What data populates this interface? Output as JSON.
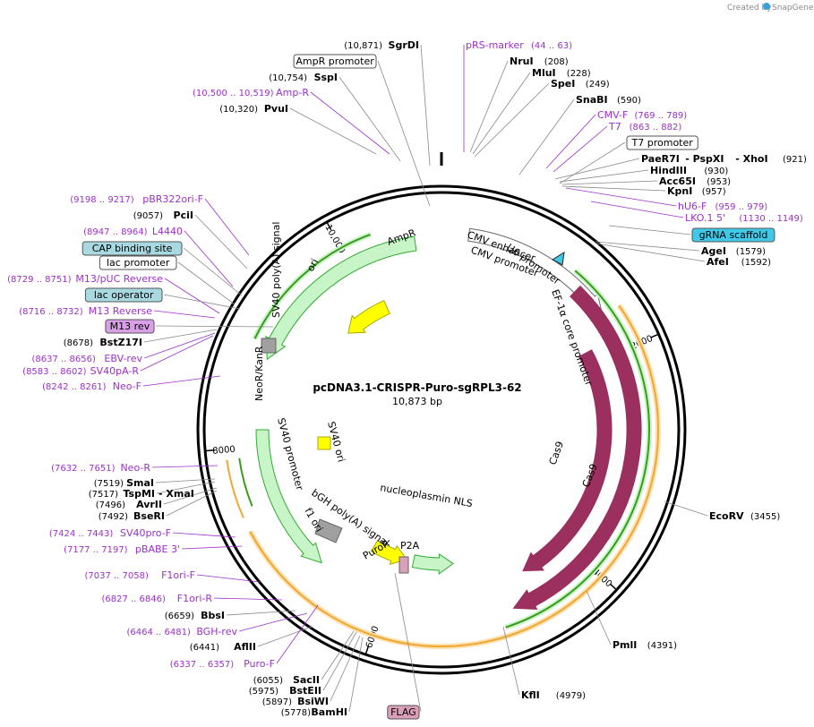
{
  "credit": "Created by",
  "brand": "SnapGene",
  "plasmid": {
    "name": "pcDNA3.1-CRISPR-Puro-sgRPL3-62",
    "size_label": "10,873 bp",
    "length": 10873
  },
  "ticks": [
    "2000",
    "4000",
    "6000",
    "8000",
    "10,000"
  ],
  "features": [
    {
      "name": "AmpR",
      "color": "#c8f5c8"
    },
    {
      "name": "ori",
      "color": "#ffff00"
    },
    {
      "name": "CMV enhancer",
      "color": "#ffffff"
    },
    {
      "name": "CMV promoter",
      "color": "#ffffff"
    },
    {
      "name": "U6 promoter",
      "color": "#ffffff"
    },
    {
      "name": "EF-1α core promoter",
      "color": "#ffffff"
    },
    {
      "name": "Cas9",
      "color": "#9b2f5e"
    },
    {
      "name": "Cas9",
      "color": "#9b2f5e"
    },
    {
      "name": "nucleoplasmin NLS",
      "color": "#9b2f5e"
    },
    {
      "name": "P2A",
      "color": "#d9a0b8"
    },
    {
      "name": "PuroR",
      "color": "#c8f5c8"
    },
    {
      "name": "bGH poly(A) signal",
      "color": "#a0a0a0"
    },
    {
      "name": "f1 ori",
      "color": "#ffff00"
    },
    {
      "name": "SV40 promoter",
      "color": "#ffffff"
    },
    {
      "name": "SV40 ori",
      "color": "#ffff00"
    },
    {
      "name": "NeoR/KanR",
      "color": "#c8f5c8"
    },
    {
      "name": "SV40 poly(A) signal",
      "color": "#a0a0a0"
    }
  ],
  "labels_left": [
    {
      "pos": "(10,871)",
      "name": "SgrDI",
      "type": "enzyme"
    },
    {
      "name": "AmpR promoter",
      "type": "box"
    },
    {
      "pos": "(10,754)",
      "name": "SspI",
      "type": "enzyme"
    },
    {
      "pos": "(10,500 .. 10,519)",
      "name": "Amp-R",
      "type": "primer"
    },
    {
      "pos": "(10,320)",
      "name": "PvuI",
      "type": "enzyme"
    },
    {
      "pos": "(9198 .. 9217)",
      "name": "pBR322ori-F",
      "type": "primer"
    },
    {
      "pos": "(9057)",
      "name": "PciI",
      "type": "enzyme"
    },
    {
      "pos": "(8947 .. 8964)",
      "name": "L4440",
      "type": "primer"
    },
    {
      "name": "CAP binding site",
      "type": "box"
    },
    {
      "name": "lac promoter",
      "type": "box"
    },
    {
      "pos": "(8729 .. 8751)",
      "name": "M13/pUC Reverse",
      "type": "primer"
    },
    {
      "name": "lac operator",
      "type": "box"
    },
    {
      "pos": "(8716 .. 8732)",
      "name": "M13 Reverse",
      "type": "primer"
    },
    {
      "name": "M13 rev",
      "type": "box"
    },
    {
      "pos": "(8678)",
      "name": "BstZ17I",
      "type": "enzyme"
    },
    {
      "pos": "(8637 .. 8656)",
      "name": "EBV-rev",
      "type": "primer"
    },
    {
      "pos": "(8583 .. 8602)",
      "name": "SV40pA-R",
      "type": "primer"
    },
    {
      "pos": "(8242 .. 8261)",
      "name": "Neo-F",
      "type": "primer"
    },
    {
      "pos": "(7632 .. 7651)",
      "name": "Neo-R",
      "type": "primer"
    },
    {
      "pos": "(7519)",
      "name": "SmaI",
      "type": "enzyme"
    },
    {
      "pos": "(7517)",
      "name": "TspMI",
      "name2": "XmaI",
      "type": "enzyme"
    },
    {
      "pos": "(7496)",
      "name": "AvrII",
      "type": "enzyme"
    },
    {
      "pos": "(7492)",
      "name": "BseRI",
      "type": "enzyme"
    },
    {
      "pos": "(7424 .. 7443)",
      "name": "SV40pro-F",
      "type": "primer"
    },
    {
      "pos": "(7177 .. 7197)",
      "name": "pBABE 3'",
      "type": "primer"
    },
    {
      "pos": "(7037 .. 7058)",
      "name": "F1ori-F",
      "type": "primer"
    },
    {
      "pos": "(6827 .. 6846)",
      "name": "F1ori-R",
      "type": "primer"
    },
    {
      "pos": "(6659)",
      "name": "BbsI",
      "type": "enzyme"
    },
    {
      "pos": "(6464 .. 6481)",
      "name": "BGH-rev",
      "type": "primer"
    },
    {
      "pos": "(6441)",
      "name": "AflII",
      "type": "enzyme"
    },
    {
      "pos": "(6337 .. 6357)",
      "name": "Puro-F",
      "type": "primer"
    },
    {
      "name": "SacII",
      "pos": "(6055)",
      "type": "enzyme"
    },
    {
      "name": "BstEII",
      "pos": "(5975)",
      "type": "enzyme"
    },
    {
      "name": "BsiWI",
      "pos": "(5897)",
      "type": "enzyme"
    },
    {
      "name": "BamHI",
      "pos": "(5778)",
      "type": "enzyme"
    },
    {
      "name": "FLAG",
      "type": "box"
    }
  ],
  "labels_right": [
    {
      "name": "pRS-marker",
      "pos": "(44 .. 63)",
      "type": "primer"
    },
    {
      "name": "NruI",
      "pos": "(208)",
      "type": "enzyme"
    },
    {
      "name": "MluI",
      "pos": "(228)",
      "type": "enzyme"
    },
    {
      "name": "SpeI",
      "pos": "(249)",
      "type": "enzyme"
    },
    {
      "name": "SnaBI",
      "pos": "(590)",
      "type": "enzyme"
    },
    {
      "name": "CMV-F",
      "pos": "(769 .. 789)",
      "type": "primer"
    },
    {
      "name": "T7",
      "pos": "(863 .. 882)",
      "type": "primer"
    },
    {
      "name": "T7 promoter",
      "type": "box"
    },
    {
      "name": "PaeR7I",
      "name2": "PspXI",
      "name3": "XhoI",
      "pos": "(921)",
      "type": "enzyme"
    },
    {
      "name": "HindIII",
      "pos": "(930)",
      "type": "enzyme"
    },
    {
      "name": "Acc65I",
      "pos": "(953)",
      "type": "enzyme"
    },
    {
      "name": "KpnI",
      "pos": "(957)",
      "type": "enzyme"
    },
    {
      "name": "hU6-F",
      "pos": "(959 .. 979)",
      "type": "primer"
    },
    {
      "name": "LKO.1 5'",
      "pos": "(1130 .. 1149)",
      "type": "primer"
    },
    {
      "name": "gRNA scaffold",
      "type": "box"
    },
    {
      "name": "AgeI",
      "pos": "(1579)",
      "type": "enzyme"
    },
    {
      "name": "AfeI",
      "pos": "(1592)",
      "type": "enzyme"
    },
    {
      "name": "EcoRV",
      "pos": "(3455)",
      "type": "enzyme"
    },
    {
      "name": "PmlI",
      "pos": "(4391)",
      "type": "enzyme"
    },
    {
      "name": "KflI",
      "pos": "(4979)",
      "type": "enzyme"
    }
  ],
  "colors": {
    "primer": "#9b30c8",
    "backbone": "#000000",
    "orf_green": "#c8f5c8",
    "cas9": "#9b2f5e",
    "yellow": "#ffff00",
    "orange_rf": "#f0a830",
    "green_rf": "#3c9a1c",
    "cap_box": "#a8d8e0",
    "gRNA_box": "#3fc8e8",
    "m13rev_box": "#d9a0e8",
    "flag_box": "#d9a0b8"
  }
}
